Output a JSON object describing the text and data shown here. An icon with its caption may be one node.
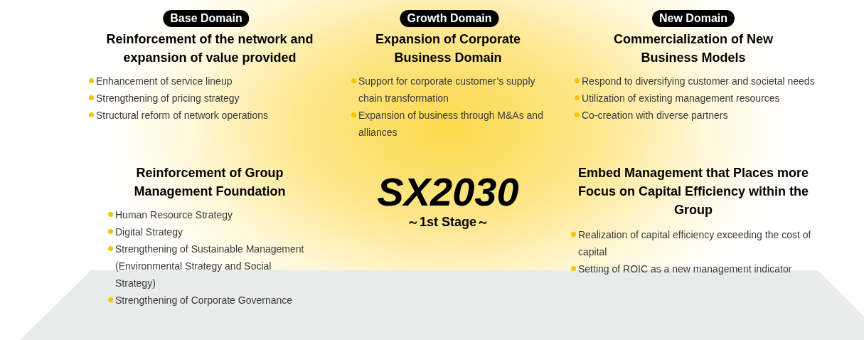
{
  "diagram": {
    "nodes": [
      {
        "text": [
          "Base Domain"
        ]
      },
      {
        "text": [
          "Growth Domain"
        ]
      },
      {
        "text": [
          "New Domain"
        ]
      }
    ],
    "labels": [
      "Reinforcement of the network and expansion of value provided",
      "Enhancement of service lineup",
      "Strengthening of pricing strategy",
      "Structural reform of network operations",
      "Expansion of Corporate Business Domain",
      "Support for corporate customer’s supply chain transformation",
      "Expansion of business through M&As and alliances",
      "Commercialization of New Business Models",
      "Respond to diversifying customer and societal needs",
      "Utilization of existing management resources",
      "Co-creation with diverse partners",
      "Reinforcement of Group Management Foundation",
      "Human Resource Strategy",
      "Digital Strategy",
      "Strengthening of Sustainable Management (Environmental Strategy and Social Strategy)",
      "Strengthening of Corporate Governance",
      "SX2030",
      "～1st Stage～",
      "Embed Management that Places more Focus on Capital Efficiency within the Group",
      "Realization of capital efficiency exceeding the cost of capital",
      "Setting of ROIC as a new management indicator"
    ]
  }
}
